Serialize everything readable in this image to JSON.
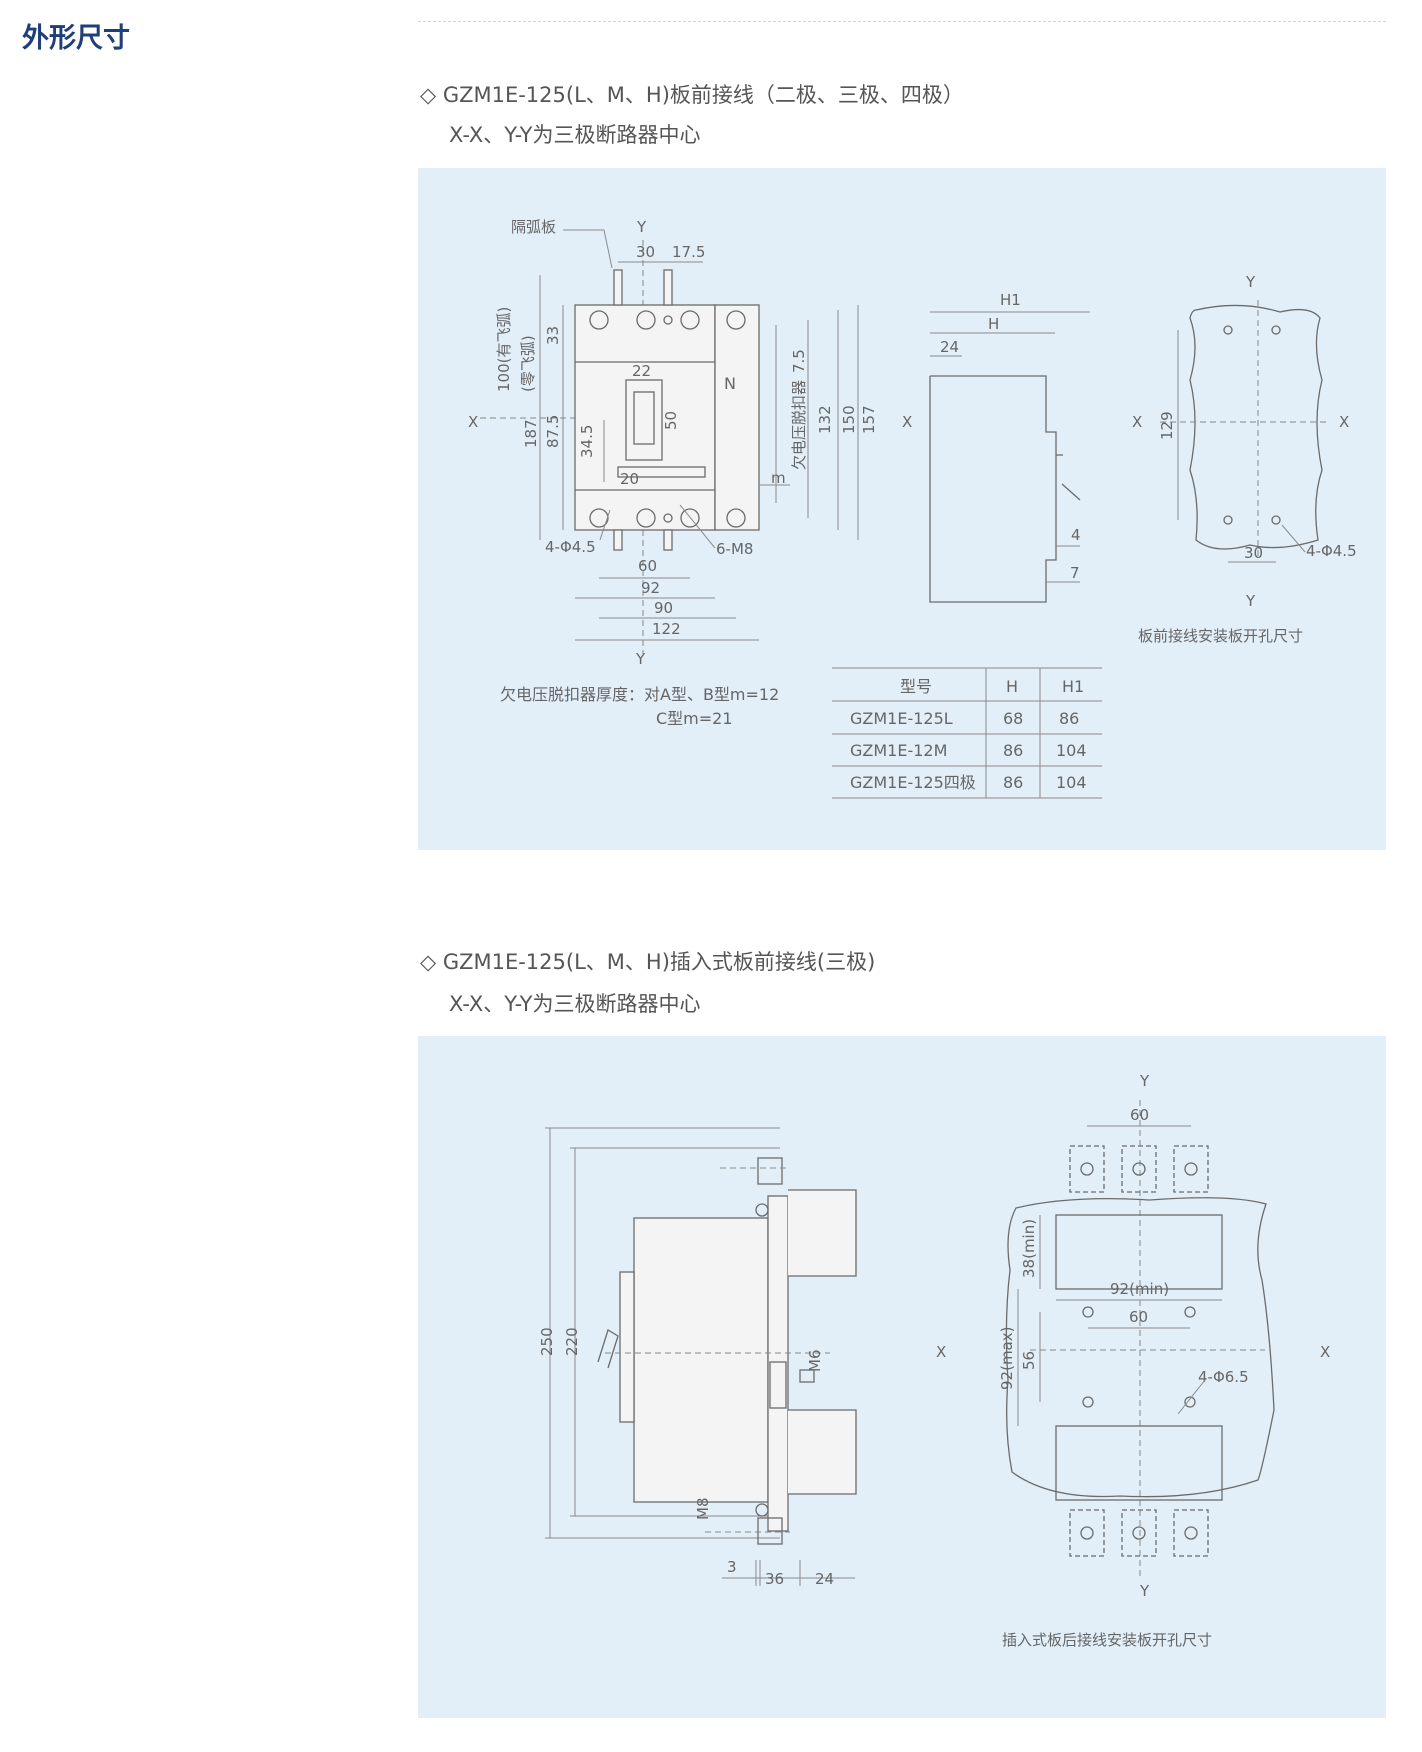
{
  "page": {
    "title": "外形尺寸"
  },
  "section1": {
    "title": "◇ GZM1E-125(L、M、H)板前接线（二极、三极、四极）",
    "subtitle": "X-X、Y-Y为三极断路器中心",
    "front_view": {
      "label_arc_plate": "隔弧板",
      "axis_y": "Y",
      "axis_x": "X",
      "dim_30": "30",
      "dim_17_5": "17.5",
      "dim_100": "100(有飞弧)",
      "dim_zero": "(零飞弧)",
      "dim_187": "187",
      "dim_87_5": "87.5",
      "dim_33": "33",
      "dim_22": "22",
      "dim_50": "50",
      "dim_34_5": "34.5",
      "dim_20": "20",
      "label_n": "N",
      "dim_7_5": "7.5",
      "label_uvr": "欠电压脱扣器",
      "dim_132": "132",
      "dim_150": "150",
      "dim_157": "157",
      "label_m": "m",
      "hole_label": "4-Φ4.5",
      "bolt_label": "6-M8",
      "dim_60": "60",
      "dim_92": "92",
      "dim_90": "90",
      "dim_122": "122"
    },
    "side_view": {
      "axis_x": "X",
      "dim_h1": "H1",
      "dim_h": "H",
      "dim_24": "24",
      "dim_4": "4",
      "dim_7": "7"
    },
    "cutout_view": {
      "axis_y": "Y",
      "axis_x": "X",
      "dim_129": "129",
      "dim_30": "30",
      "hole_label": "4-Φ4.5",
      "caption": "板前接线安装板开孔尺寸"
    },
    "note_line1": "欠电压脱扣器厚度：对A型、B型m=12",
    "note_line2": "C型m=21",
    "table": {
      "headers": [
        "型号",
        "H",
        "H1"
      ],
      "rows": [
        [
          "GZM1E-125L",
          "68",
          "86"
        ],
        [
          "GZM1E-12M",
          "86",
          "104"
        ],
        [
          "GZM1E-125四极",
          "86",
          "104"
        ]
      ]
    }
  },
  "section2": {
    "title": "◇ GZM1E-125(L、M、H)插入式板前接线(三极)",
    "subtitle": "X-X、Y-Y为三极断路器中心",
    "side_view": {
      "dim_250": "250",
      "dim_220": "220",
      "label_m6": "M6",
      "label_m8": "M8",
      "dim_3": "3",
      "dim_36": "36",
      "dim_24": "24"
    },
    "cutout_view": {
      "axis_y": "Y",
      "axis_x": "X",
      "dim_60_top": "60",
      "dim_38": "38(min)",
      "dim_92min": "92(min)",
      "dim_60_mid": "60",
      "dim_92max": "92(max)",
      "dim_56": "56",
      "hole_label": "4-Φ6.5",
      "caption": "插入式板后接线安装板开孔尺寸"
    }
  },
  "colors": {
    "title": "#1f3f7a",
    "panel": "#e2eff9",
    "line": "#6b6b6b"
  }
}
